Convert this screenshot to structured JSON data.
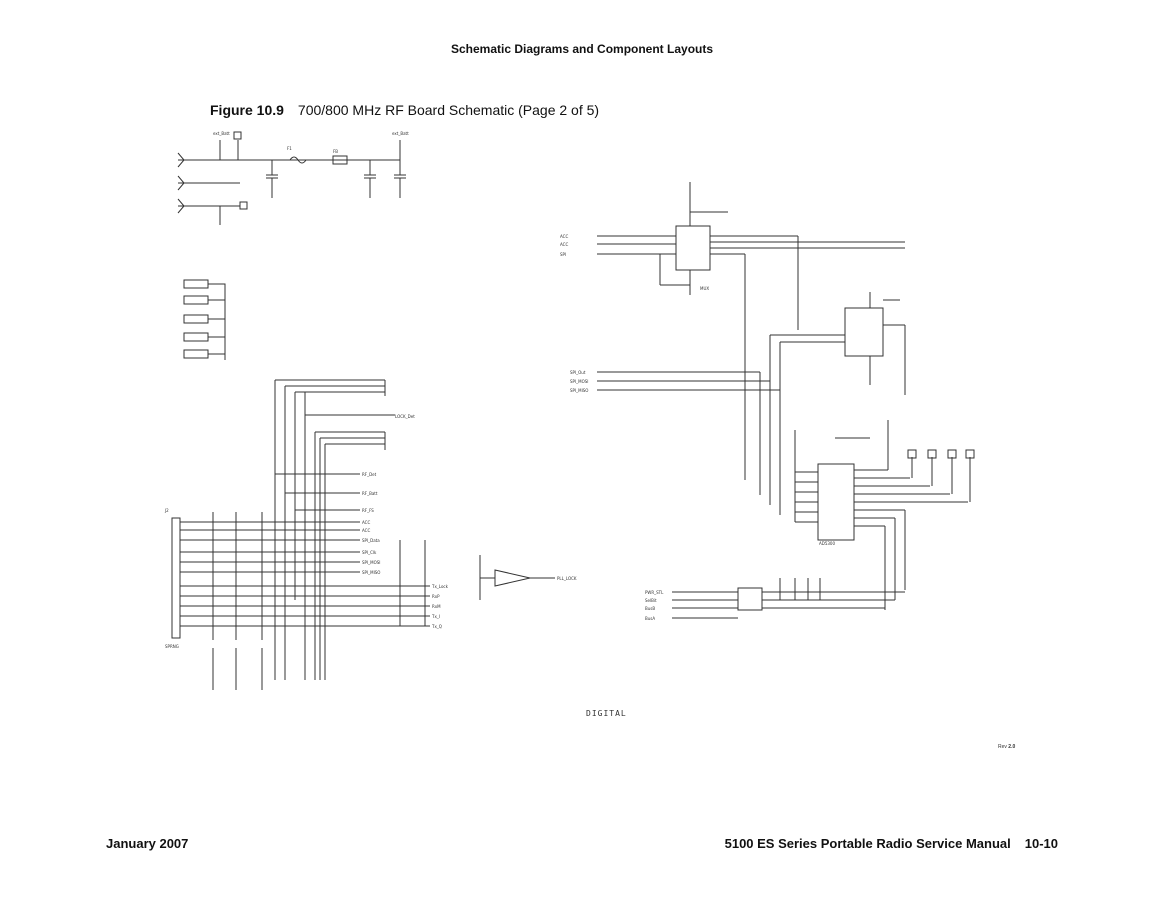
{
  "header": {
    "title": "Schematic Diagrams and Component Layouts"
  },
  "figure": {
    "number": "Figure 10.9",
    "caption": "700/800 MHz RF Board Schematic (Page 2 of 5)"
  },
  "schematic": {
    "label_digital": "DIGITAL",
    "revision_prefix": "Rev",
    "revision_value": "2.0"
  },
  "footer": {
    "date": "January 2007",
    "manual_title": "5100 ES Series Portable Radio Service Manual",
    "page_number": "10-10"
  },
  "colors": {
    "line": "#333333",
    "text": "#111111",
    "background": "#ffffff"
  }
}
